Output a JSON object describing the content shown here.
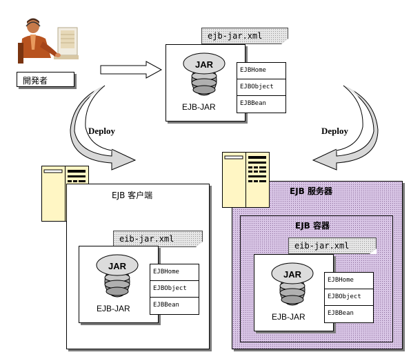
{
  "developer": {
    "label": "開発者"
  },
  "deploy_left": "Deploy",
  "deploy_right": "Deploy",
  "top_package": {
    "xml_name": "ejb-jar.xml",
    "jar_icon_text": "JAR",
    "jar_name": "EJB-JAR",
    "classes": [
      "EJBHome",
      "EJBObject",
      "EJBBean"
    ]
  },
  "client": {
    "title": "EJB 客户端",
    "xml_name": "eib-jar.xml",
    "jar_icon_text": "JAR",
    "jar_name": "EJB-JAR",
    "classes": [
      "EJBHome",
      "EJBObject",
      "EJBBean"
    ]
  },
  "server": {
    "title": "EJB 服务器",
    "container_title": "EJB 容器",
    "xml_name": "eib-jar.xml",
    "jar_icon_text": "JAR",
    "jar_name": "EJB-JAR",
    "classes": [
      "EJBHome",
      "EJBObject",
      "EJBBean"
    ]
  },
  "colors": {
    "server_fill": "#d9c6e6",
    "machine_fill": "#fff6c4"
  }
}
